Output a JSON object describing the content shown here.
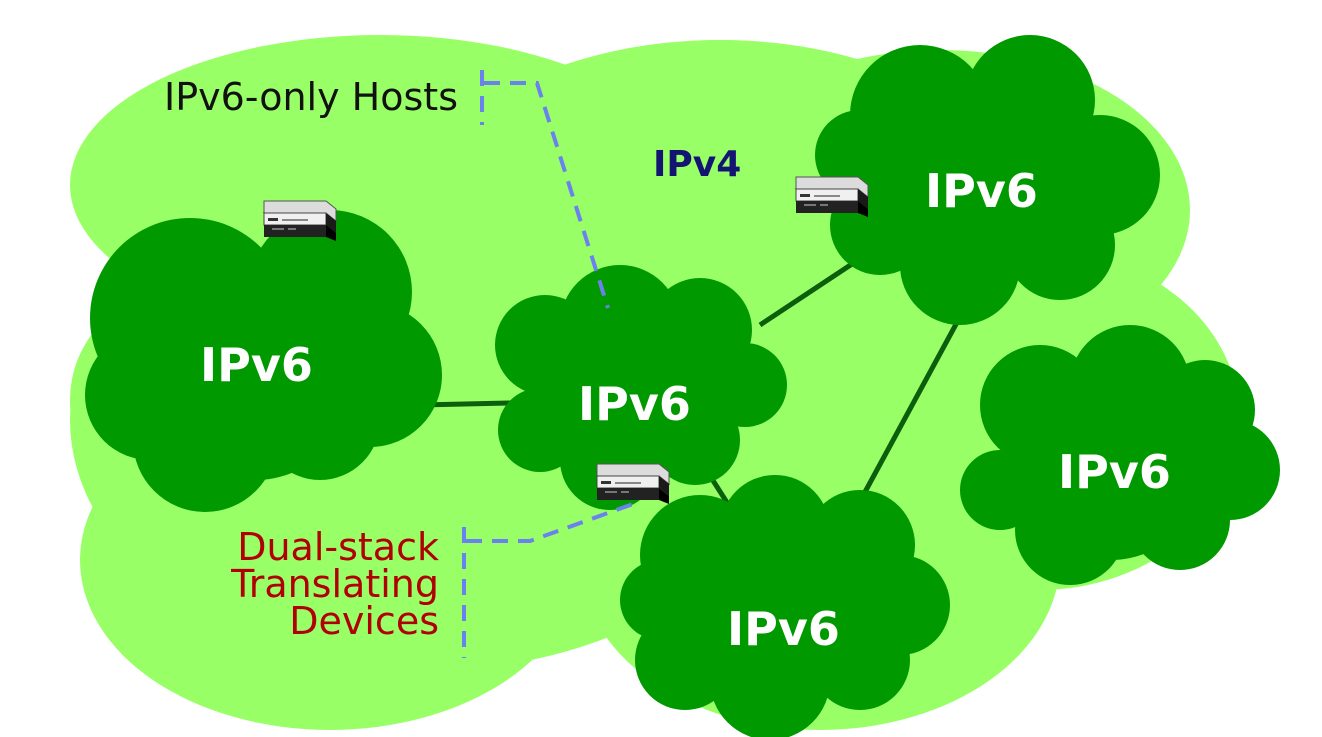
{
  "labels": {
    "ipv4": "IPv4",
    "ipv6_left": "IPv6",
    "ipv6_center": "IPv6",
    "ipv6_top_right": "IPv6",
    "ipv6_right": "IPv6",
    "ipv6_bottom": "IPv6",
    "ipv6_only_hosts": "IPv6-only Hosts",
    "dual_stack_lines": [
      "Dual-stack",
      "Translating",
      "Devices"
    ]
  },
  "colors": {
    "ipv4_cloud": "#99ff66",
    "ipv6_cloud": "#009900",
    "ipv6_text": "#ffffff",
    "ipv4_text": "#141472",
    "link_line": "#0b5e0b",
    "callout_dash": "#6b82ee",
    "dual_stack_text": "#b00000",
    "hosts_text": "#111111"
  },
  "icons": {
    "device": "server-icon"
  }
}
